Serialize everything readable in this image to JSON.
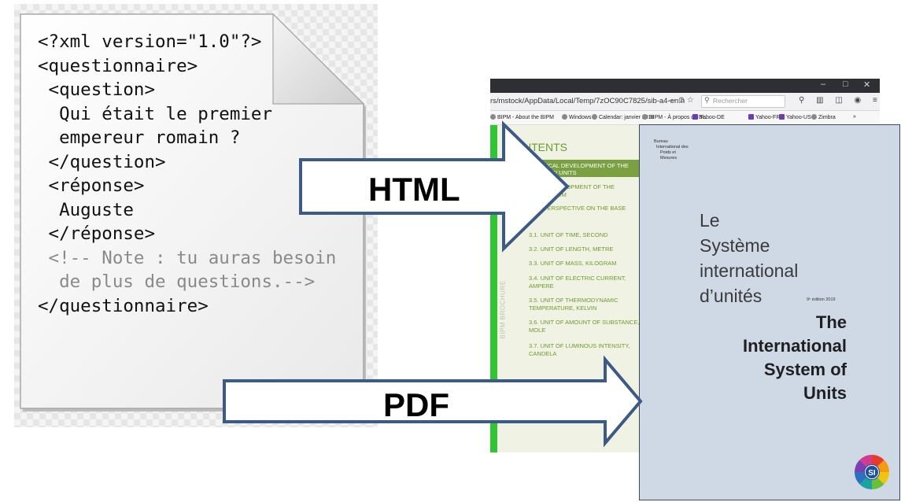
{
  "xml": {
    "lines": [
      {
        "text": "<?xml version=\"1.0\"?>"
      },
      {
        "text": "<questionnaire>"
      },
      {
        "text": " <question>"
      },
      {
        "text": "  Qui était le premier"
      },
      {
        "text": "  empereur romain ?"
      },
      {
        "text": " </question>"
      },
      {
        "text": " <réponse>"
      },
      {
        "text": "  Auguste"
      },
      {
        "text": " </réponse>"
      },
      {
        "text": " <!-- Note : tu auras besoin",
        "comment": true
      },
      {
        "text": "  de plus de questions.-->",
        "comment": true
      },
      {
        "text": "</questionnaire>"
      }
    ]
  },
  "arrows": {
    "html_label": "HTML",
    "pdf_label": "PDF"
  },
  "browser": {
    "window_controls": [
      "–",
      "□",
      "✕"
    ],
    "url": "rs/mstock/AppData/Local/Temp/7zOC90C7825/sib-a4-en.h",
    "url_icons": "··· ⊙ ☆",
    "search_placeholder": "Rechercher",
    "toolbar_icons": "⚲ ▥ ◫ ◉ ≡",
    "bookmarks": [
      "BIPM - About the BIPM",
      "Windows",
      "Calendar: janvier 2018",
      "BIPM - À propos du Bi...",
      "Yahoo-DE",
      "Yahoo-FR",
      "Yahoo-US",
      "Zimbra",
      "»"
    ],
    "sidebar_vertical_text": "BIPM BROCHURE",
    "contents_title": "CONTENTS",
    "toc_highlight": [
      "RICAL DEVELOPMENT OF THE",
      "SI UNITS"
    ],
    "toc_top": [
      [
        "L DEVELOPMENT OF THE",
        "SYSTEM"
      ],
      [
        "ICAL PERSPECTIVE ON THE BASE",
        "UN"
      ]
    ],
    "toc_sub": [
      [
        "3.1.  UNIT OF TIME, SECOND"
      ],
      [
        "3.2.  UNIT OF LENGTH, METRE"
      ],
      [
        "3.3.  UNIT OF MASS, KILOGRAM"
      ],
      [
        "3.4.  UNIT OF ELECTRIC CURRENT,",
        "AMPERE"
      ],
      [
        "3.5.  UNIT OF THERMODYNAMIC",
        "TEMPERATURE, KELVIN"
      ],
      [
        "3.6.  UNIT OF AMOUNT OF SUBSTANCE,",
        "MOLE"
      ],
      [
        "3.7.  UNIT OF LUMINOUS INTENSITY,",
        "CANDELA"
      ]
    ]
  },
  "pdf": {
    "bipm_lines": [
      "Bureau",
      "International des",
      "Poids et",
      "Mesures"
    ],
    "title_fr": [
      "Le",
      "Système",
      "international",
      "d’unités"
    ],
    "edition": "9ᵉ édition 2019",
    "title_en": [
      "The",
      "International",
      "System of",
      "Units"
    ],
    "logo_text": "SI",
    "logo_colors": [
      "#e63b2e",
      "#f39c12",
      "#f1c40f",
      "#6abf3a",
      "#1aa1a1",
      "#2f6fc0",
      "#7b3fb2",
      "#d33c8c"
    ]
  }
}
